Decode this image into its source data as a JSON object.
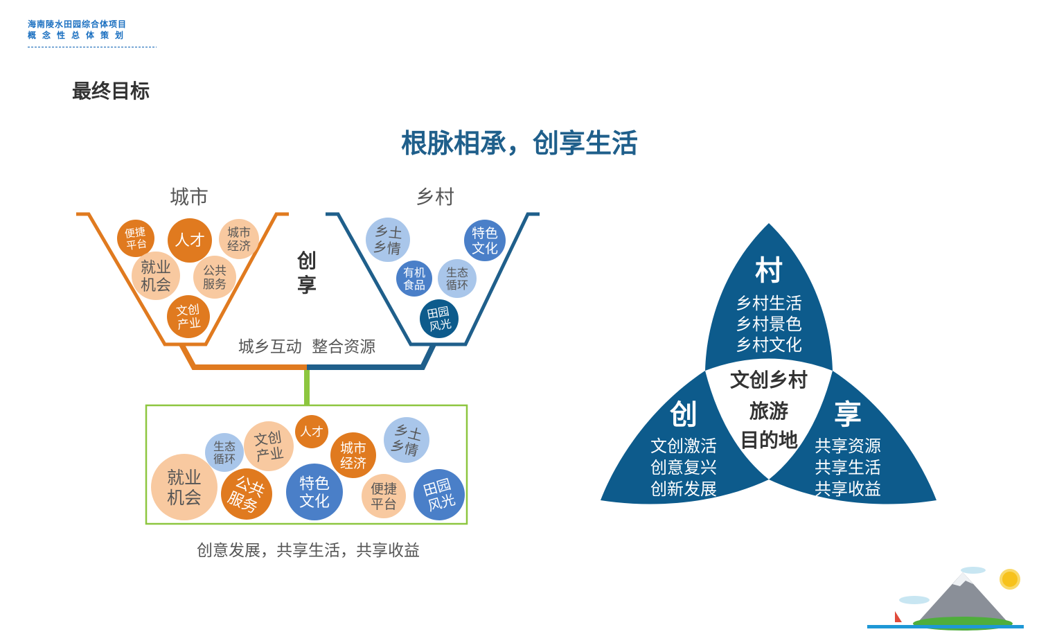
{
  "header": {
    "logo_line1": "海南陵水田园综合体项目",
    "logo_line2": "概念性总体策划",
    "section_title": "最终目标",
    "main_title": "根脉相承，创享生活"
  },
  "colors": {
    "dark_orange": "#e07a1f",
    "light_orange": "#f8c9a0",
    "blue": "#4a7fc8",
    "light_blue": "#a9c6ea",
    "dark_blue": "#1f5f8b",
    "navy": "#0d5b8c",
    "green": "#8dc63f"
  },
  "funnel": {
    "city_label": "城市",
    "village_label": "乡村",
    "center_label_1": "创",
    "center_label_2": "享",
    "merge_label": "城乡互动  整合资源",
    "bottom_caption": "创意发展，共享生活，共享收益",
    "city_circles": [
      {
        "l1": "便捷",
        "l2": "平台"
      },
      {
        "l1": "人才",
        "l2": ""
      },
      {
        "l1": "城市",
        "l2": "经济"
      },
      {
        "l1": "就业",
        "l2": "机会"
      },
      {
        "l1": "公共",
        "l2": "服务"
      },
      {
        "l1": "文创",
        "l2": "产业"
      }
    ],
    "village_circles": [
      {
        "l1": "乡土",
        "l2": "乡情"
      },
      {
        "l1": "特色",
        "l2": "文化"
      },
      {
        "l1": "有机",
        "l2": "食品"
      },
      {
        "l1": "生态",
        "l2": "循环"
      },
      {
        "l1": "田园",
        "l2": "风光"
      }
    ],
    "merged_circles": [
      {
        "l1": "生态",
        "l2": "循环"
      },
      {
        "l1": "文创",
        "l2": "产业"
      },
      {
        "l1": "人才",
        "l2": ""
      },
      {
        "l1": "城市",
        "l2": "经济"
      },
      {
        "l1": "乡土",
        "l2": "乡情"
      },
      {
        "l1": "就业",
        "l2": "机会"
      },
      {
        "l1": "公共",
        "l2": "服务"
      },
      {
        "l1": "特色",
        "l2": "文化"
      },
      {
        "l1": "便捷",
        "l2": "平台"
      },
      {
        "l1": "田园",
        "l2": "风光"
      }
    ]
  },
  "triad": {
    "top": {
      "title": "村",
      "items": [
        "乡村生活",
        "乡村景色",
        "乡村文化"
      ]
    },
    "left": {
      "title": "创",
      "items": [
        "文创激活",
        "创意复兴",
        "创新发展"
      ]
    },
    "right": {
      "title": "享",
      "items": [
        "共享资源",
        "共享生活",
        "共享收益"
      ]
    },
    "center": [
      "文创乡村",
      "旅游",
      "目的地"
    ]
  }
}
